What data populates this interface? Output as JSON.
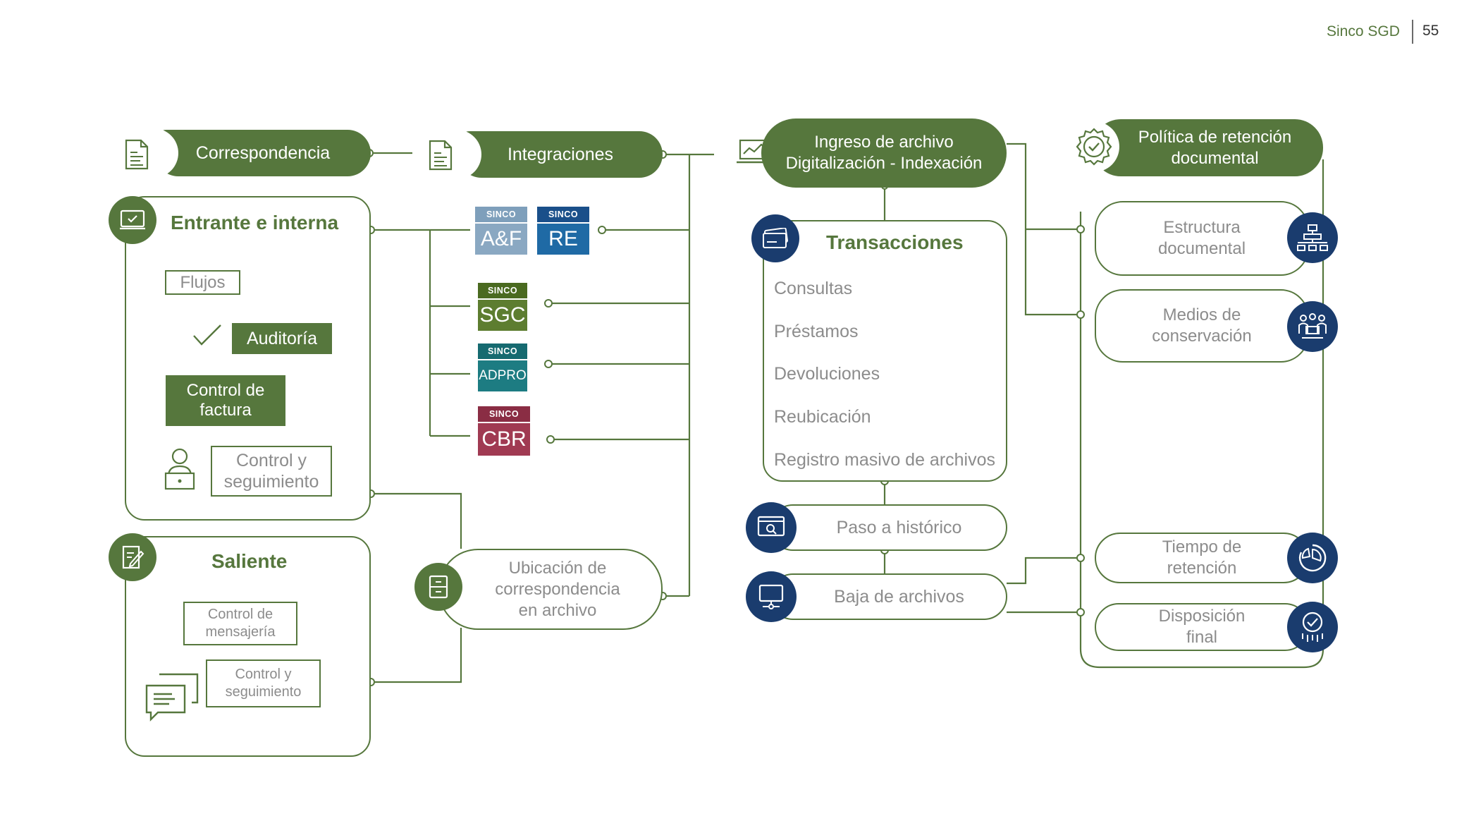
{
  "header": {
    "brand": "Sinco SGD",
    "page_number": "55"
  },
  "col1": {
    "pill": "Correspondencia",
    "entrante": {
      "title": "Entrante e interna",
      "flujos": "Flujos",
      "auditoria": "Auditoría",
      "control_factura": "Control de factura",
      "control_seguimiento": "Control y seguimiento"
    },
    "saliente": {
      "title": "Saliente",
      "control_mensajeria": "Control de mensajería",
      "control_seguimiento": "Control y seguimiento"
    }
  },
  "col2": {
    "pill": "Integraciones",
    "logo_top": "SINCO",
    "logos": [
      {
        "label": "A&F",
        "color": "#7e9fbb"
      },
      {
        "label": "RE",
        "color": "#1f6aa5"
      },
      {
        "label": "SGC",
        "color": "#5d7d30"
      },
      {
        "label": "ADPRO",
        "color": "#1d7c82"
      },
      {
        "label": "CBR",
        "color": "#a03a52"
      }
    ],
    "ubicacion": "Ubicación de correspondencia en archivo"
  },
  "col3": {
    "pill": "Ingreso de archivo Digitalización - Indexación",
    "transacciones": {
      "title": "Transacciones",
      "items": [
        "Consultas",
        "Préstamos",
        "Devoluciones",
        "Reubicación",
        "Registro masivo de archivos"
      ]
    },
    "paso_historico": "Paso a histórico",
    "baja_archivos": "Baja de archivos"
  },
  "col4": {
    "pill": "Política de retención documental",
    "items": [
      "Estructura documental",
      "Medios de conservación",
      "Tiempo de retención",
      "Disposición final"
    ]
  },
  "colors": {
    "green": "#56773d",
    "navy": "#1a3c6e",
    "text_grey": "#8c8c8c"
  }
}
